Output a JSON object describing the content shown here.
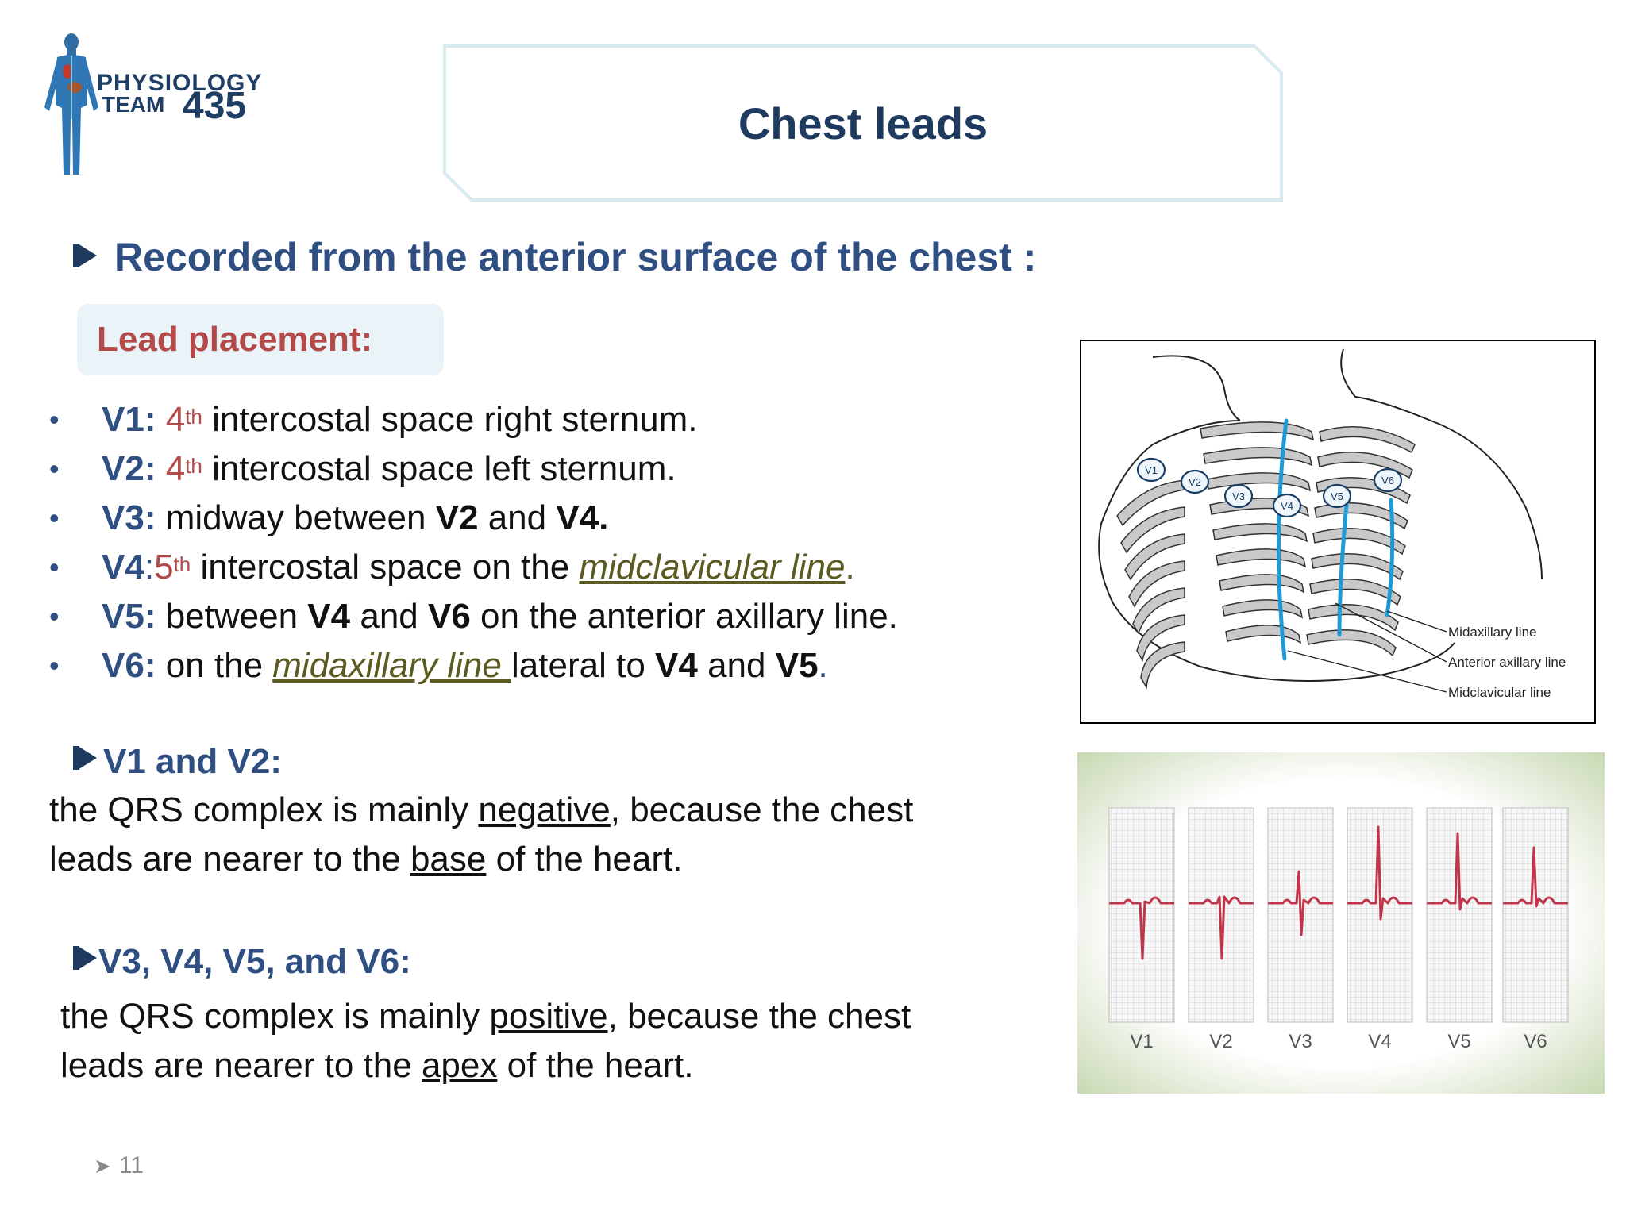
{
  "logo": {
    "word1": "PHYSIOLOGY",
    "word2": "TEAM",
    "number": "435"
  },
  "title": "Chest leads",
  "recorded": "Recorded from the anterior surface of the chest :",
  "lead_placement": "Lead placement:",
  "bullets": [
    {
      "label": "V1:",
      "num": "4",
      "sup": "th",
      "text": " intercostal space right sternum."
    },
    {
      "label": "V2:",
      "num": "4",
      "sup": "th",
      "text": " intercostal space left sternum."
    },
    {
      "label": "V3:",
      "t1": " midway between ",
      "b1": "V2",
      "t2": " and ",
      "b2": "V4."
    },
    {
      "label": "V4",
      "sep": ":",
      "num": "5",
      "sup": "th",
      "t1": " intercostal space on the ",
      "term": "midclavicular line",
      "end": "."
    },
    {
      "label": "V5:",
      "t1": " between ",
      "b1": "V4",
      "t2": " and ",
      "b2": "V6",
      "t3": " on the anterior axillary line."
    },
    {
      "label": "V6:",
      "t1": " on the ",
      "term": "midaxillary line ",
      "t2": "lateral to ",
      "b1": "V4",
      "t3": " and ",
      "b2": "V5",
      "end": "."
    }
  ],
  "section1": {
    "heading": "V1 and V2:",
    "l1a": "the QRS complex is mainly ",
    "l1u": "negative",
    "l1b": ", because the chest",
    "l2a": "leads are nearer to the ",
    "l2u": "base",
    "l2b": " of the heart."
  },
  "section2": {
    "heading": "V3, V4, V5, and V6:",
    "l1a": "the QRS complex is mainly ",
    "l1u": "positive",
    "l1b": ", because the chest",
    "l2a": "leads are nearer to the ",
    "l2u": "apex",
    "l2b": " of the heart."
  },
  "chest_diagram": {
    "electrodes": [
      "V1",
      "V2",
      "V3",
      "V4",
      "V5",
      "V6"
    ],
    "lines": [
      "Midaxillary line",
      "Anterior axillary line",
      "Midclavicular line"
    ]
  },
  "ecg_leads": [
    "V1",
    "V2",
    "V3",
    "V4",
    "V5",
    "V6"
  ],
  "page_number": "11",
  "colors": {
    "heading_blue": "#2f4f82",
    "accent_red": "#b34949",
    "term_olive": "#5a5a21",
    "electrode_blue": "#1e9bd7",
    "ecg_red": "#c0354a"
  }
}
